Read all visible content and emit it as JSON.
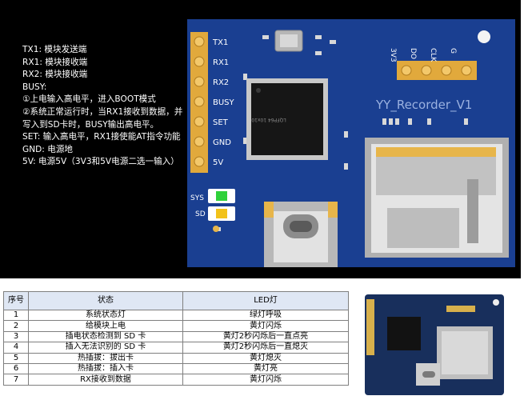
{
  "pin_descriptions": [
    "TX1: 模块发送端",
    "RX1: 模块接收端",
    "RX2: 模块接收端",
    "BUSY:",
    "①上电输入高电平，进入BOOT模式",
    "②系统正常运行时，当RX1接收到数据，并写入到SD卡时，BUSY输出高电平。",
    "SET: 输入高电平，RX1接使能AT指令功能",
    "GND: 电源地",
    "5V: 电源5V（3V3和5V电源二选一输入）"
  ],
  "board": {
    "pins_left": [
      "TX1",
      "RX1",
      "RX2",
      "BUSY",
      "SET",
      "GND",
      "5V"
    ],
    "pins_top": [
      "3V3",
      "DO",
      "CLK",
      "G"
    ],
    "title": "YY_Recorder_V1",
    "chip_label": "LQFP64 10x10",
    "led_labels": [
      "SYS",
      "SD"
    ],
    "colors": {
      "pcb": "#1a3f91",
      "pcb_dark": "#153579",
      "gold": "#e7b54a",
      "silk": "#ffffff",
      "chip": "#161616"
    }
  },
  "table": {
    "headers": [
      "序号",
      "状态",
      "LED灯"
    ],
    "rows": [
      [
        "1",
        "系统状态灯",
        "绿灯呼吸"
      ],
      [
        "2",
        "给模块上电",
        "黄灯闪烁"
      ],
      [
        "3",
        "插电状态检测到 SD 卡",
        "黄灯2秒闪烁后一直点亮"
      ],
      [
        "4",
        "插入无法识别的 SD 卡",
        "黄灯2秒闪烁后一直熄灭"
      ],
      [
        "5",
        "热插拔：拔出卡",
        "黄灯熄灭"
      ],
      [
        "6",
        "热插拔：插入卡",
        "黄灯亮"
      ],
      [
        "7",
        "RX接收到数据",
        "黄灯闪烁"
      ]
    ],
    "header_bg": "#dfe7f4"
  }
}
